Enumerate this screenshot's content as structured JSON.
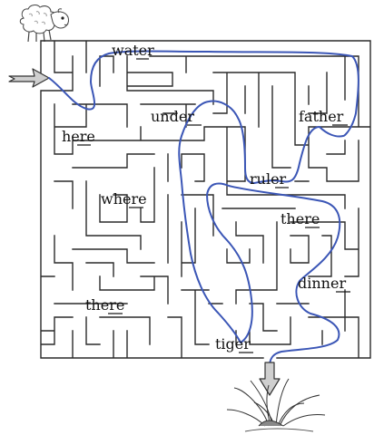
{
  "maze": {
    "words": [
      {
        "id": "water",
        "text": "water"
      },
      {
        "id": "under",
        "text": "under"
      },
      {
        "id": "father",
        "text": "father"
      },
      {
        "id": "here",
        "text": "here"
      },
      {
        "id": "ruler",
        "text": "ruler"
      },
      {
        "id": "where",
        "text": "where"
      },
      {
        "id": "there1",
        "text": "there"
      },
      {
        "id": "dinner",
        "text": "dinner"
      },
      {
        "id": "there2",
        "text": "there"
      },
      {
        "id": "tiger",
        "text": "tiger"
      }
    ],
    "colors": {
      "wall": "#2a2a2a",
      "solution_path": "#3b56b6",
      "arrow_fill": "#cfcfcf",
      "underline": "#111111"
    },
    "icons": [
      "sheep-icon",
      "entrance-arrow-icon",
      "exit-arrow-icon",
      "grass-icon"
    ]
  }
}
